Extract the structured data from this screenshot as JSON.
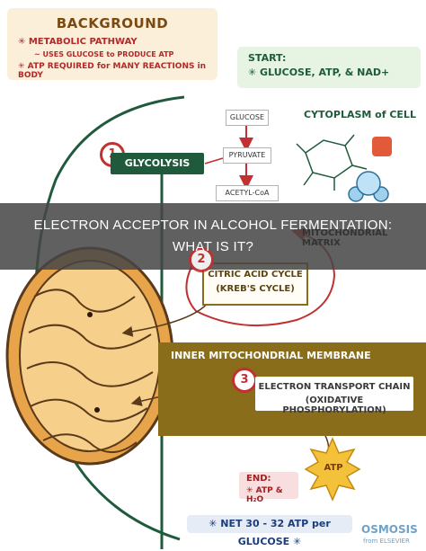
{
  "background_box": {
    "title": "BACKGROUND",
    "line1": "✳ METABOLIC PATHWAY",
    "line2": "~ USES GLUCOSE to PRODUCE ATP",
    "line3": "✳ ATP REQUIRED for MANY REACTIONS in BODY"
  },
  "start_box": {
    "title": "START:",
    "line": "✳ GLUCOSE, ATP, & NAD+"
  },
  "cytoplasm_label": "CYTOPLASM of CELL",
  "pathway": {
    "glucose": "GLUCOSE",
    "pyruvate": "PYRUVATE",
    "acetyl": "ACETYL-CoA"
  },
  "steps": {
    "one": "1",
    "glycolysis": "GLYCOLYSIS",
    "two": "2",
    "krebs1": "CITRIC ACID CYCLE",
    "krebs2": "(KREB'S CYCLE)",
    "three": "3",
    "etc1": "ELECTRON TRANSPORT CHAIN",
    "etc2": "(OXIDATIVE PHOSPHORYLATION)"
  },
  "matrix_label": "MITOCHONDRIAL MATRIX",
  "membrane_label": "INNER MITOCHONDRIAL MEMBRANE",
  "atp_badge": "ATP",
  "end_box": {
    "title": "END:",
    "line": "✳ ATP & H₂O"
  },
  "net_box": "✳ NET 30 - 32 ATP per GLUCOSE ✳",
  "title_overlay": {
    "line1": "ELECTRON ACCEPTOR IN ALCOHOL FERMENTATION:",
    "line2": "WHAT IS IT?"
  },
  "logo": "OSMOSIS",
  "logo_sub": "from ELSEVIER",
  "colors": {
    "dark_green": "#1f5a3c",
    "gold": "#8a6d1a",
    "red": "#c23030",
    "mito_orange": "#e7a44a"
  }
}
